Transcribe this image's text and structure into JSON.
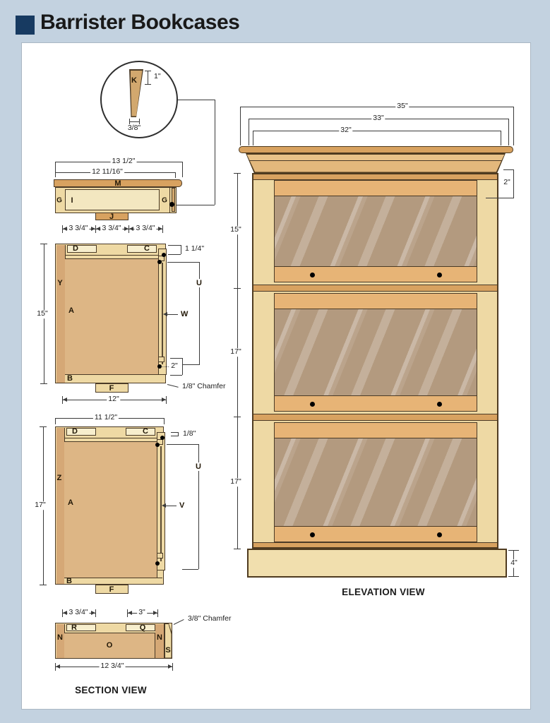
{
  "title": "Barrister Bookcases",
  "detail_circle": {
    "part": "K",
    "height_dim": "1\"",
    "width_dim": "3/8\""
  },
  "top_view": {
    "dim_overall": "13 1/2\"",
    "dim_inner": "12 11/16\"",
    "part_m": "M",
    "part_g_left": "G",
    "part_i": "I",
    "part_g_right": "G",
    "part_j": "J",
    "dim_seg1": "3 3/4\"",
    "dim_seg2": "3 3/4\"",
    "dim_seg3": "3 3/4\""
  },
  "section_upper": {
    "dim_height": "15\"",
    "dim_width": "12\"",
    "part_d": "D",
    "part_c": "C",
    "part_y": "Y",
    "part_a": "A",
    "part_b": "B",
    "part_f": "F",
    "part_u": "U",
    "part_w": "W",
    "dim_rail": "1 1/4\"",
    "dim_bottom": "2\"",
    "note_chamfer": "1/8\" Chamfer"
  },
  "section_lower": {
    "dim_height": "17\"",
    "dim_width": "11 1/2\"",
    "part_d": "D",
    "part_c": "C",
    "part_z": "Z",
    "part_a": "A",
    "part_b": "B",
    "part_f": "F",
    "part_u": "U",
    "part_v": "V",
    "dim_gap": "1/8\""
  },
  "section_base": {
    "dim_left": "3 3/4\"",
    "dim_right": "3\"",
    "dim_width": "12 3/4\"",
    "note_chamfer": "3/8\" Chamfer",
    "part_n_left": "N",
    "part_r": "R",
    "part_q": "Q",
    "part_o": "O",
    "part_n_right": "N",
    "part_s": "S",
    "caption": "SECTION VIEW"
  },
  "elevation": {
    "dim_w1": "35\"",
    "dim_w2": "33\"",
    "dim_w3": "32\"",
    "dim_tier1": "15\"",
    "dim_tier2": "17\"",
    "dim_tier3": "17\"",
    "dim_rail": "2\"",
    "dim_base": "4\"",
    "caption": "ELEVATION VIEW"
  },
  "colors": {
    "page_bg": "#c3d2e0",
    "accent_navy": "#173a61",
    "cream": "#eed9a4",
    "cream_light": "#f7eecd",
    "tan": "#d5a876",
    "panel_wood": "#ddb685",
    "rail_orange": "#e7b476",
    "band": "#d8a260",
    "glass": "#b39a7f",
    "outline": "#4a3a26"
  }
}
